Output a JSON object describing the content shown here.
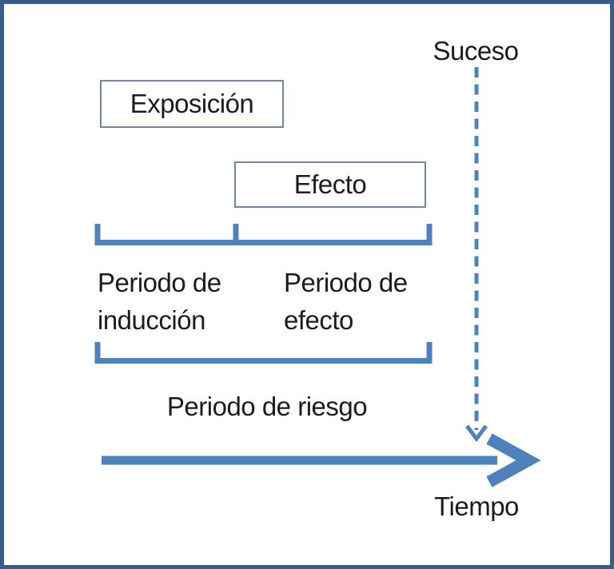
{
  "labels": {
    "suceso": "Suceso",
    "exposicion": "Exposición",
    "efecto": "Efecto",
    "periodo_induccion": {
      "line1": "Periodo de",
      "line2": "inducción"
    },
    "periodo_efecto": {
      "line1": "Periodo de",
      "line2": "efecto"
    },
    "periodo_riesgo": "Periodo de riesgo",
    "tiempo": "Tiempo"
  },
  "colors": {
    "accent_blue": "#4f81bd",
    "frame_border": "#385d8a",
    "box_border": "#6f87a6",
    "text": "#1c1c1c",
    "background": "#ffffff"
  },
  "icons": {
    "event_arrow": "dashed-down-arrow",
    "timeline_arrow": "solid-right-arrow",
    "induction_effect_bracket": "underbrace-with-middle-tick",
    "risk_bracket": "underbrace"
  }
}
